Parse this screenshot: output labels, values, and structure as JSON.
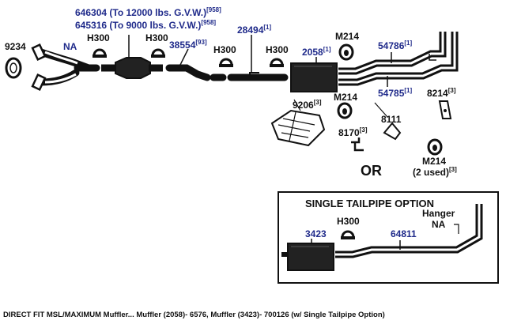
{
  "parts": {
    "p9234": "9234",
    "na_label": "NA",
    "p646304": "646304 (To 12000 lbs. G.V.W.)",
    "p646304_ref": "[958]",
    "p645316": "645316 (To 9000 lbs. G.V.W.)",
    "p645316_ref": "[958]",
    "h300_1": "H300",
    "h300_2": "H300",
    "p38554": "38554",
    "p38554_ref": "[93]",
    "p28494": "28494",
    "p28494_ref": "[1]",
    "h300_3": "H300",
    "h300_4": "H300",
    "p2058": "2058",
    "p2058_ref": "[1]",
    "m214_1": "M214",
    "p54786": "54786",
    "p54786_ref": "[1]",
    "p54785": "54785",
    "p54785_ref": "[1]",
    "m214_2": "M214",
    "p8214": "8214",
    "p8214_ref": "[3]",
    "p9206": "9206",
    "p9206_ref": "[3]",
    "p8111": "8111",
    "p8170": "8170",
    "p8170_ref": "[3]",
    "m214_3": "M214",
    "m214_3_note": "(2 used)",
    "m214_3_ref": "[3]",
    "or_label": "OR"
  },
  "option": {
    "title": "SINGLE TAILPIPE OPTION",
    "h300": "H300",
    "p3423": "3423",
    "p64811": "64811",
    "hanger": "Hanger",
    "hanger_na": "NA"
  },
  "caption": "DIRECT FIT MSL/MAXIMUM Muffler... Muffler (2058)- 6576, Muffler (3423)- 700126 (w/ Single Tailpipe Option)"
}
